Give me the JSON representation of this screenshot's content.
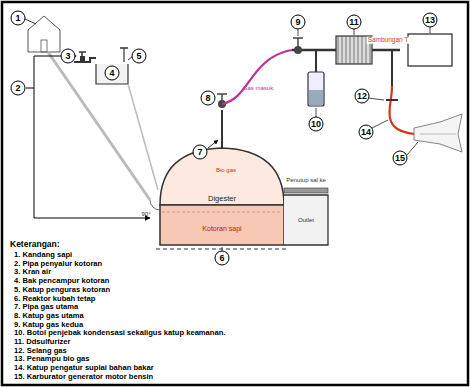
{
  "diagram": {
    "labels": [
      "1",
      "2",
      "3",
      "4",
      "5",
      "6",
      "7",
      "8",
      "9",
      "10",
      "11",
      "12",
      "13",
      "14",
      "15",
      "Keterangan:",
      "1. Kandang sapi",
      "2. Pipa penyalur kotoran",
      "3. Kran air",
      "4. Bak pencampur kotoran",
      "5. Katup penguras kotoran",
      "6. Reaktor kubah tetap",
      "7. Pipa gas utama",
      "8. Katup gas utama",
      "9. Katup gas kedua",
      "10. Botol penjebak kondensasi sekaligus katup keamanan.",
      "11. Ddsulfurizer",
      "12. Selang gas",
      "13. Penampu bio gas",
      "14. Katup pengatur suplai bahan bakar",
      "15. Karburator generator motor bensin",
      "Bio gas",
      "Penutup sal ke",
      "Outlet",
      "Digester",
      "Kotoran sapi",
      "Gas masuk",
      "Sambungan T",
      "90°"
    ]
  }
}
